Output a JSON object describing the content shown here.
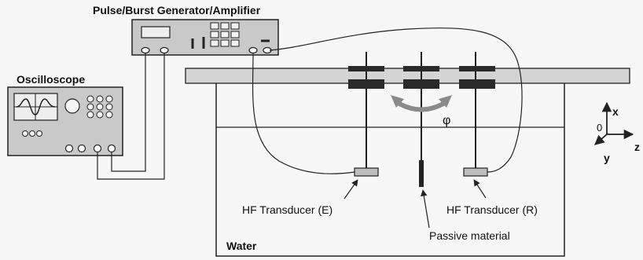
{
  "labels": {
    "generator": "Pulse/Burst Generator/Amplifier",
    "oscilloscope": "Oscilloscope",
    "transducer_emitter": "HF Transducer (E)",
    "transducer_receiver": "HF Transducer (R)",
    "passive_material": "Passive material",
    "water": "Water",
    "rotation_symbol": "φ",
    "axis_x": "x",
    "axis_y": "y",
    "axis_z": "z",
    "origin": "0"
  },
  "colors": {
    "line": "#222222",
    "device_fill": "#c9c9c9",
    "rail_fill": "#d4d4d4",
    "clamp_fill": "#2a2a2a",
    "rotation_arrow": "#8a8a8a",
    "transducer_fill": "#bdbdbd"
  }
}
